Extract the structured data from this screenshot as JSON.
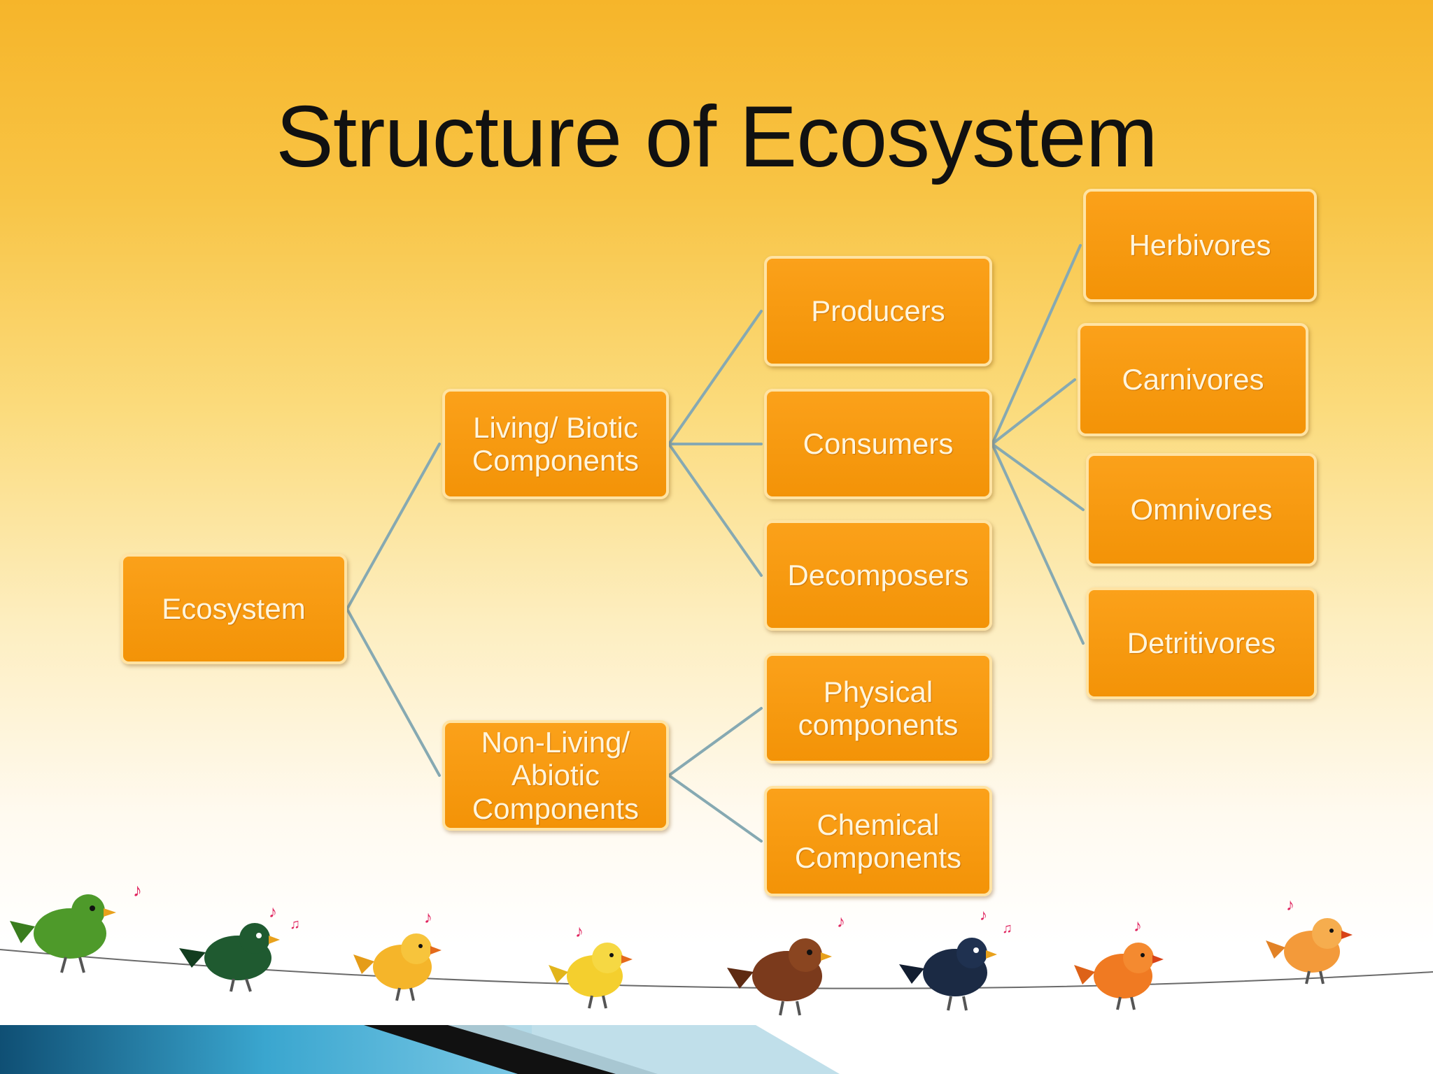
{
  "title": "Structure of Ecosystem",
  "colors": {
    "box_fill": "#f7980f",
    "box_border": "#ffe3a3",
    "connector": "#86a9b2",
    "title": "#111111"
  },
  "nodes": {
    "ecosystem": "Ecosystem",
    "living": "Living/ Biotic\nComponents",
    "nonliving": "Non-Living/\nAbiotic\nComponents",
    "producers": "Producers",
    "consumers": "Consumers",
    "decomposers": "Decomposers",
    "physical": "Physical\ncomponents",
    "chemical": "Chemical\nComponents",
    "herbivores": "Herbivores",
    "carnivores": "Carnivores",
    "omnivores": "Omnivores",
    "detritivores": "Detritivores"
  },
  "edges": [
    [
      "ecosystem",
      "living"
    ],
    [
      "ecosystem",
      "nonliving"
    ],
    [
      "living",
      "producers"
    ],
    [
      "living",
      "consumers"
    ],
    [
      "living",
      "decomposers"
    ],
    [
      "nonliving",
      "physical"
    ],
    [
      "nonliving",
      "chemical"
    ],
    [
      "consumers",
      "herbivores"
    ],
    [
      "consumers",
      "carnivores"
    ],
    [
      "consumers",
      "omnivores"
    ],
    [
      "consumers",
      "detritivores"
    ]
  ],
  "decoration": {
    "birds": [
      "green-bird",
      "dark-green-bird",
      "yellow-bird",
      "yellow-bird",
      "brown-bird",
      "navy-bird",
      "orange-bird",
      "orange-bird"
    ]
  }
}
